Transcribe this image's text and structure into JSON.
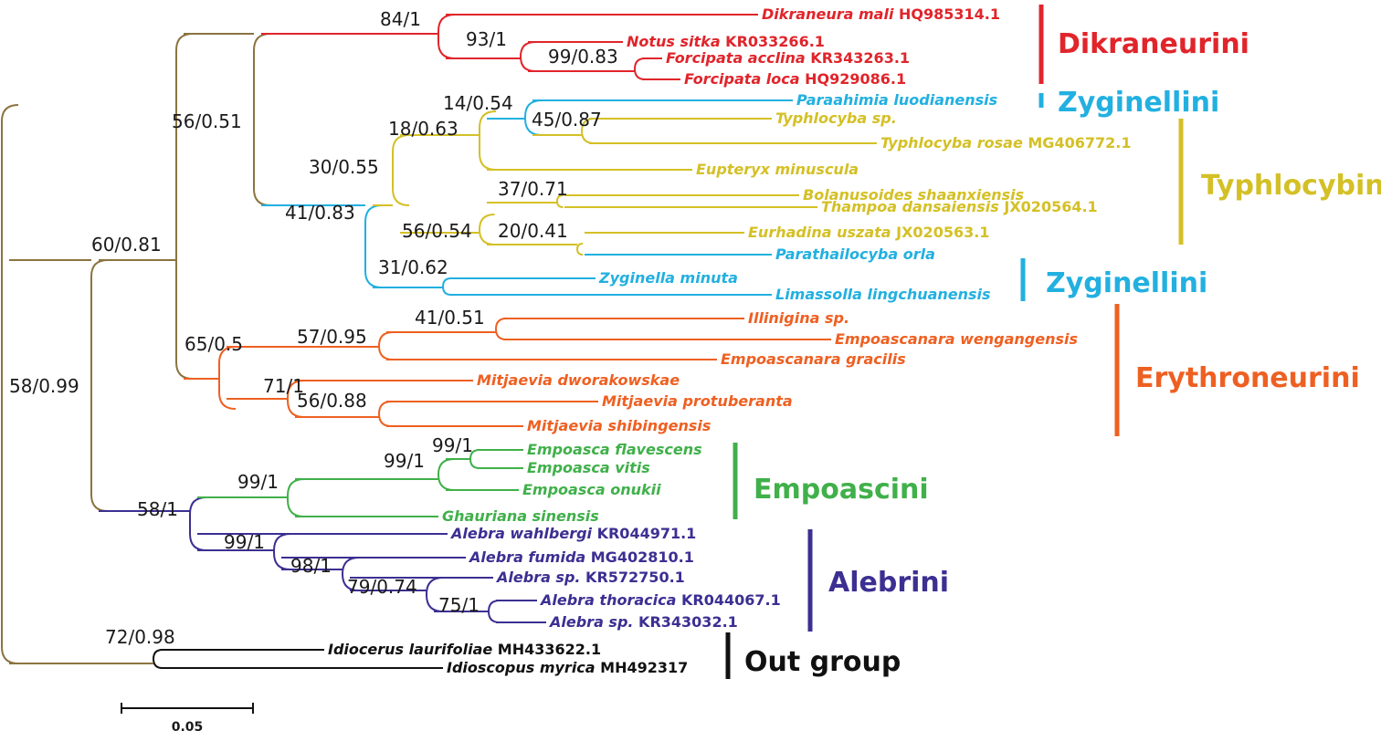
{
  "colors": {
    "backbone": "#8b7440",
    "dikraneurini": "#e0252b",
    "zyginellini": "#22b0e0",
    "typhlocybini": "#d4c026",
    "erythroneurini": "#ee6022",
    "empoascini": "#40b04a",
    "alebrini": "#3c2f92",
    "outgroup": "#111111"
  },
  "taxa": [
    {
      "id": "dikraneura_mali",
      "species": "Dikraneura mali",
      "accession": "HQ985314.1",
      "color": "dikraneurini"
    },
    {
      "id": "notus_sitka",
      "species": "Notus sitka",
      "accession": "KR033266.1",
      "color": "dikraneurini"
    },
    {
      "id": "forcipata_acclina",
      "species": "Forcipata acclina",
      "accession": "KR343263.1",
      "color": "dikraneurini"
    },
    {
      "id": "forcipata_loca",
      "species": "Forcipata loca",
      "accession": "HQ929086.1",
      "color": "dikraneurini"
    },
    {
      "id": "paraahimia",
      "species": "Paraahimia luodianensis",
      "accession": "",
      "color": "zyginellini"
    },
    {
      "id": "typhlocyba_sp",
      "species": "Typhlocyba sp.",
      "accession": "",
      "color": "typhlocybini"
    },
    {
      "id": "typhlocyba_rosae",
      "species": "Typhlocyba rosae",
      "accession": "MG406772.1",
      "color": "typhlocybini"
    },
    {
      "id": "eupteryx",
      "species": "Eupteryx minuscula",
      "accession": "",
      "color": "typhlocybini"
    },
    {
      "id": "bolanusoides",
      "species": "Bolanusoides shaanxiensis",
      "accession": "",
      "color": "typhlocybini"
    },
    {
      "id": "thampoa",
      "species": "Thampoa dansaiensis",
      "accession": "JX020564.1",
      "color": "typhlocybini"
    },
    {
      "id": "eurhadina",
      "species": "Eurhadina uszata",
      "accession": "JX020563.1",
      "color": "typhlocybini"
    },
    {
      "id": "parathailocyba",
      "species": "Parathailocyba orla",
      "accession": "",
      "color": "zyginellini"
    },
    {
      "id": "zyginella",
      "species": "Zyginella minuta",
      "accession": "",
      "color": "zyginellini"
    },
    {
      "id": "limassolla",
      "species": "Limassolla lingchuanensis",
      "accession": "",
      "color": "zyginellini"
    },
    {
      "id": "illinigina",
      "species": "Illinigina sp.",
      "accession": "",
      "color": "erythroneurini"
    },
    {
      "id": "emp_wengangensis",
      "species": "Empoascanara wengangensis",
      "accession": "",
      "color": "erythroneurini"
    },
    {
      "id": "emp_gracilis",
      "species": "Empoascanara gracilis",
      "accession": "",
      "color": "erythroneurini"
    },
    {
      "id": "mit_dworakowskae",
      "species": "Mitjaevia dworakowskae",
      "accession": "",
      "color": "erythroneurini"
    },
    {
      "id": "mit_protuberanta",
      "species": "Mitjaevia protuberanta",
      "accession": "",
      "color": "erythroneurini"
    },
    {
      "id": "mit_shibingensis",
      "species": "Mitjaevia shibingensis",
      "accession": "",
      "color": "erythroneurini"
    },
    {
      "id": "emp_flavescens",
      "species": "Empoasca flavescens",
      "accession": "",
      "color": "empoascini"
    },
    {
      "id": "emp_vitis",
      "species": "Empoasca vitis",
      "accession": "",
      "color": "empoascini"
    },
    {
      "id": "emp_onukii",
      "species": "Empoasca onukii",
      "accession": "",
      "color": "empoascini"
    },
    {
      "id": "ghauriana",
      "species": "Ghauriana sinensis",
      "accession": "",
      "color": "empoascini"
    },
    {
      "id": "alebra_wahlbergi",
      "species": "Alebra wahlbergi",
      "accession": "KR044971.1",
      "color": "alebrini"
    },
    {
      "id": "alebra_fumida",
      "species": "Alebra fumida",
      "accession": "MG402810.1",
      "color": "alebrini"
    },
    {
      "id": "alebra_sp1",
      "species": "Alebra sp.",
      "accession": "KR572750.1",
      "color": "alebrini"
    },
    {
      "id": "alebra_thoracica",
      "species": "Alebra thoracica",
      "accession": "KR044067.1",
      "color": "alebrini"
    },
    {
      "id": "alebra_sp2",
      "species": "Alebra sp.",
      "accession": "KR343032.1",
      "color": "alebrini"
    },
    {
      "id": "idiocerus",
      "species": "Idiocerus laurifoliae",
      "accession": "MH433622.1",
      "color": "outgroup"
    },
    {
      "id": "idioscopus",
      "species": "Idioscopus myrica",
      "accession": "MH492317",
      "color": "outgroup"
    }
  ],
  "support_values": [
    "84/1",
    "93/1",
    "99/0.83",
    "56/0.51",
    "14/0.54",
    "45/0.87",
    "18/0.63",
    "30/0.55",
    "37/0.71",
    "56/0.54",
    "20/0.41",
    "41/0.83",
    "31/0.62",
    "60/0.81",
    "41/0.51",
    "57/0.95",
    "65/0.5",
    "71/1",
    "56/0.88",
    "58/0.99",
    "99/1",
    "99/1",
    "99/1",
    "58/1",
    "99/1",
    "98/1",
    "79/0.74",
    "75/1",
    "72/0.98"
  ],
  "groups": [
    {
      "label": "Dikraneurini",
      "color": "dikraneurini"
    },
    {
      "label": "Zyginellini",
      "color": "zyginellini"
    },
    {
      "label": "Typhlocybini",
      "color": "typhlocybini"
    },
    {
      "label": "Zyginellini",
      "color": "zyginellini"
    },
    {
      "label": "Erythroneurini",
      "color": "erythroneurini"
    },
    {
      "label": "Empoascini",
      "color": "empoascini"
    },
    {
      "label": "Alebrini",
      "color": "alebrini"
    },
    {
      "label": "Out group",
      "color": "outgroup"
    }
  ],
  "scale_bar": {
    "label": "0.05",
    "value": 0.05
  }
}
